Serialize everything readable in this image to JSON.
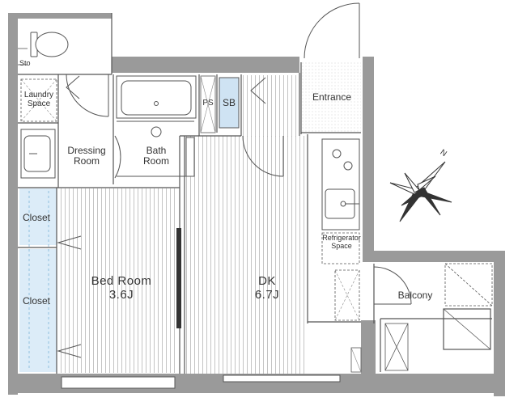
{
  "floorplan": {
    "rooms": {
      "sto": "Sto",
      "laundry": [
        "Laundry",
        "Space"
      ],
      "dressing": [
        "Dressing",
        "Room"
      ],
      "bath": [
        "Bath",
        "Room"
      ],
      "ps": "PS",
      "sb": "SB",
      "entrance": "Entrance",
      "closet_upper": "Closet",
      "closet_lower": "Closet",
      "bedroom": {
        "name": "Bed Room",
        "size": "3.6J"
      },
      "dk": {
        "name": "DK",
        "size": "6.7J"
      },
      "refrigerator": [
        "Refrigerator",
        "Space"
      ],
      "balcony": "Balcony"
    },
    "compass": {
      "north": "N"
    },
    "colors": {
      "wall": "#9a9a9a",
      "line": "#555555",
      "closet_fill": "#dcecf8",
      "sb_fill": "#cfe3f3",
      "text": "#333333"
    }
  }
}
